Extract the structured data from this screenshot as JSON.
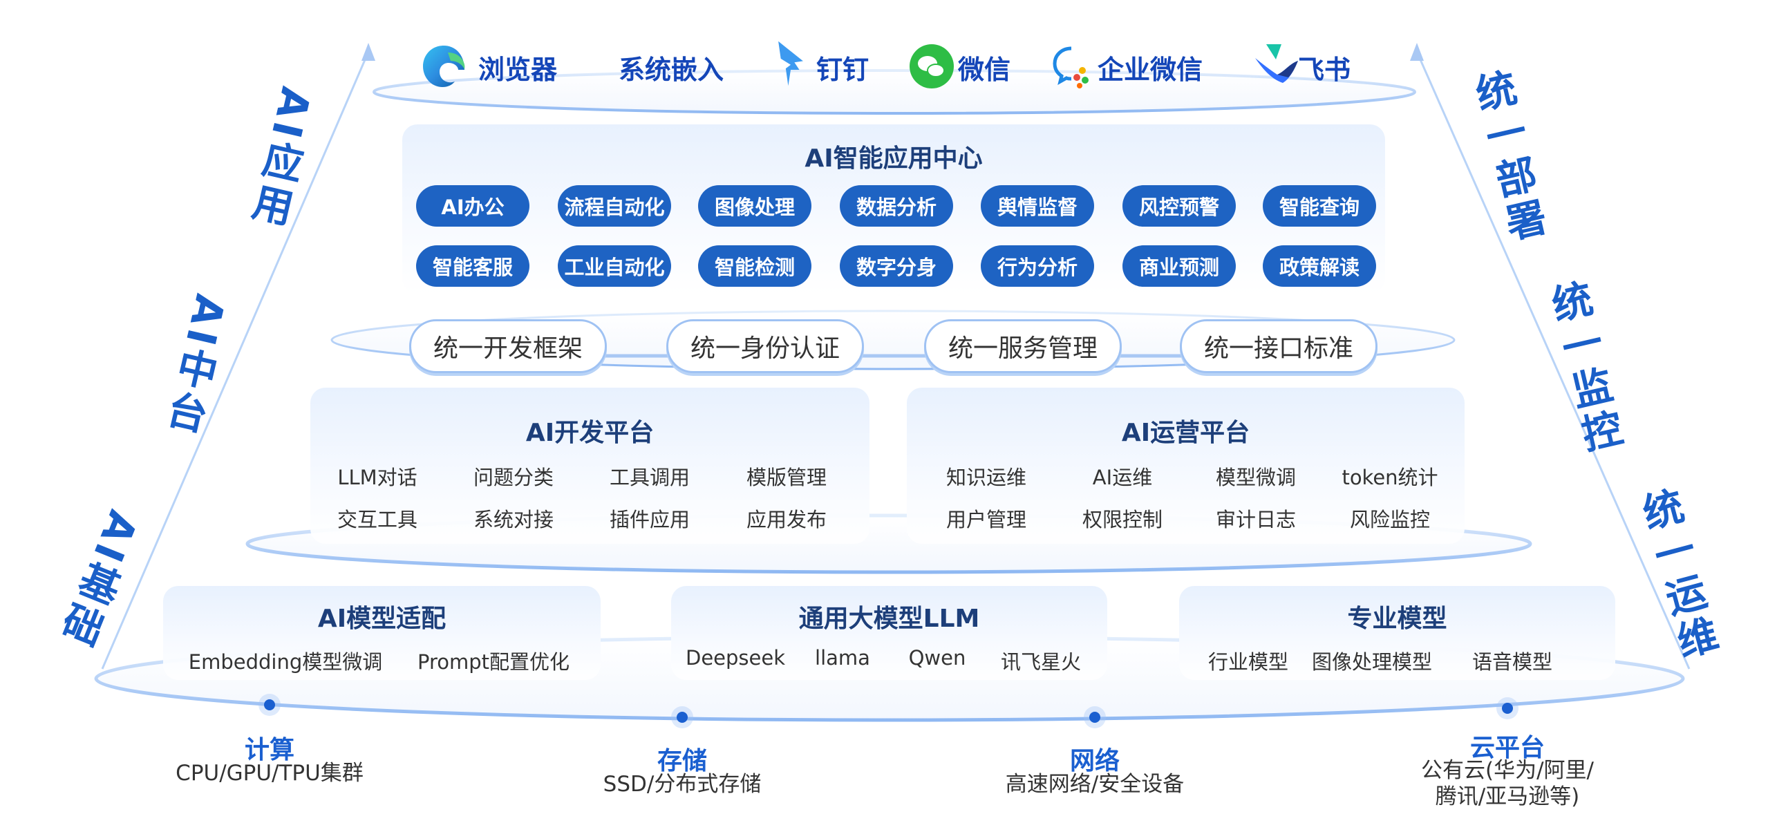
{
  "channels": [
    {
      "icon": "edge-browser-icon",
      "label": "浏览器"
    },
    {
      "icon": "",
      "label": "系统嵌入"
    },
    {
      "icon": "dingtalk-icon",
      "label": "钉钉"
    },
    {
      "icon": "wechat-icon",
      "label": "微信"
    },
    {
      "icon": "wecom-icon",
      "label": "企业微信"
    },
    {
      "icon": "feishu-icon",
      "label": "飞书"
    }
  ],
  "app_center": {
    "title": "AI智能应用中心",
    "apps": [
      "AI办公",
      "流程自动化",
      "图像处理",
      "数据分析",
      "舆情监督",
      "风控预警",
      "智能查询",
      "智能客服",
      "工业自动化",
      "智能检测",
      "数字分身",
      "行为分析",
      "商业预测",
      "政策解读"
    ]
  },
  "unified": [
    "统一开发框架",
    "统一身份认证",
    "统一服务管理",
    "统一接口标准"
  ],
  "platforms": [
    {
      "title": "AI开发平台",
      "items": [
        "LLM对话",
        "问题分类",
        "工具调用",
        "模版管理",
        "交互工具",
        "系统对接",
        "插件应用",
        "应用发布"
      ]
    },
    {
      "title": "AI运营平台",
      "items": [
        "知识运维",
        "AI运维",
        "模型微调",
        "token统计",
        "用户管理",
        "权限控制",
        "审计日志",
        "风险监控"
      ]
    }
  ],
  "models": [
    {
      "title": "AI模型适配",
      "items": [
        "Embedding模型微调",
        "Prompt配置优化"
      ]
    },
    {
      "title": "通用大模型LLM",
      "items": [
        "Deepseek",
        "llama",
        "Qwen",
        "讯飞星火"
      ]
    },
    {
      "title": "专业模型",
      "items": [
        "行业模型",
        "图像处理模型",
        "语音模型"
      ]
    }
  ],
  "infra": [
    {
      "title": "计算",
      "sub": "CPU/GPU/TPU集群"
    },
    {
      "title": "存储",
      "sub": "SSD/分布式存储"
    },
    {
      "title": "网络",
      "sub": "高速网络/安全设备"
    },
    {
      "title": "云平台",
      "sub": "公有云(华为/阿里/\n腾讯/亚马逊等)"
    }
  ],
  "left_labels": [
    "AI应用",
    "AI中台",
    "AI基础"
  ],
  "right_labels": [
    "统一部署",
    "统一监控",
    "统一运维"
  ],
  "colors": {
    "accent": "#1e63c3",
    "heading": "#1446b8",
    "ring": "#9fc2f3"
  }
}
